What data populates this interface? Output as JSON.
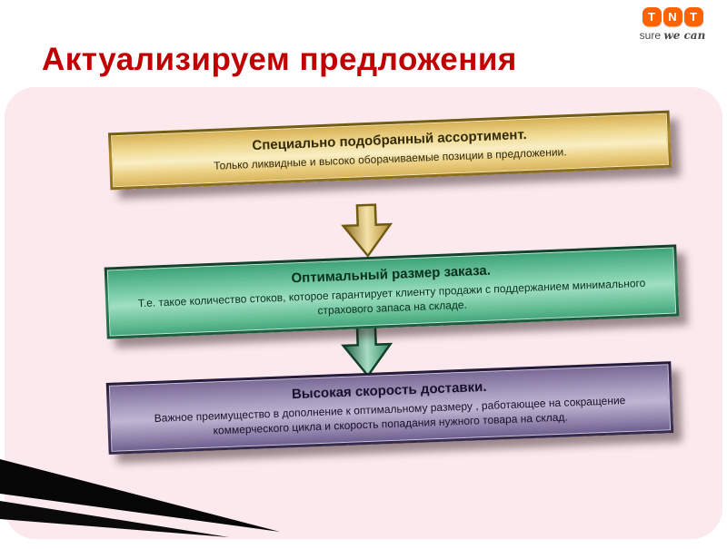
{
  "slide": {
    "title": "Актуализируем предложения"
  },
  "logo": {
    "letters": [
      "T",
      "N",
      "T"
    ],
    "tagline_prefix": "sure ",
    "tagline_script": "we can"
  },
  "banners": [
    {
      "theme": "gold",
      "heading": "Специально подобранный ассортимент.",
      "body": "Только ликвидные и высоко оборачиваемые позиции в предложении."
    },
    {
      "theme": "green",
      "heading": "Оптимальный размер заказа.",
      "body": "Т.е. такое количество стоков, которое гарантирует клиенту продажи с поддержанием минимального страхового запаса на складе."
    },
    {
      "theme": "purple",
      "heading": "Высокая скорость доставки.",
      "body": "Важное преимущество в дополнение к оптимальному размеру , работающее на сокращение коммерческого цикла и скорость попадания нужного товара на склад."
    }
  ],
  "icons": {
    "down_arrow": "⬇"
  },
  "colors": {
    "title_red": "#c00000",
    "tnt_orange": "#ff6200",
    "panel_pink": "#fbe9ee",
    "banner_gold": "#e6c36a",
    "banner_green": "#52b68c",
    "banner_purple": "#8b7ca6",
    "ribbon_black": "#060606"
  }
}
